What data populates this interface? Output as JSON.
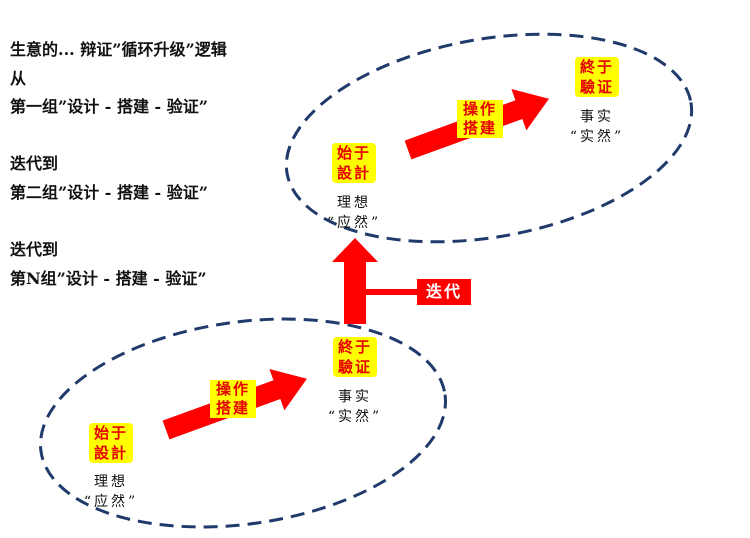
{
  "intro": {
    "lines": [
      "生意的... 辩证”循环升级”逻辑",
      "从",
      "第一组”设计 - 搭建 - 验证”",
      "",
      "迭代到",
      "第二组”设计 - 搭建 - 验证”",
      "",
      "迭代到",
      "第N组”设计 - 搭建 - 验证”"
    ]
  },
  "cycle_lower": {
    "start_label": [
      "始于",
      "設計"
    ],
    "start_caption": [
      "理想",
      "“应然”"
    ],
    "action_label": [
      "操作",
      "搭建"
    ],
    "end_label": [
      "終于",
      "驗证"
    ],
    "end_caption": [
      "事实",
      "“实然”"
    ]
  },
  "cycle_upper": {
    "start_label": [
      "始于",
      "設計"
    ],
    "start_caption": [
      "理想",
      "“应然”"
    ],
    "action_label": [
      "操作",
      "搭建"
    ],
    "end_label": [
      "終于",
      "驗证"
    ],
    "end_caption": [
      "事实",
      "“实然”"
    ]
  },
  "iterate": {
    "label": "迭代"
  },
  "colors": {
    "arrow": "#ff0000",
    "label_bg": "#ffff00",
    "label_text": "#e60000",
    "ellipse_stroke": "#1f3a6b"
  }
}
